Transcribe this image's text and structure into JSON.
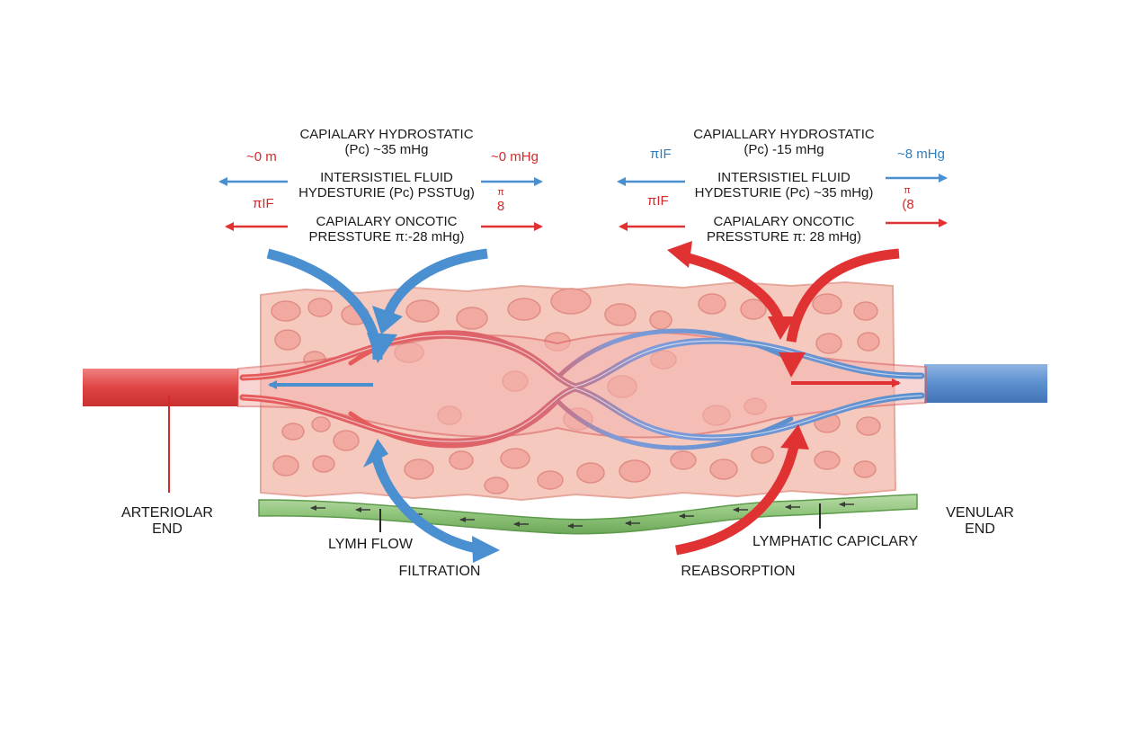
{
  "colors": {
    "artery_red": "#e04444",
    "vein_blue": "#5b8fce",
    "arrow_blue": "#4a8fd0",
    "arrow_red": "#e03232",
    "tissue_pink": "#f6c9bf",
    "cell_pink": "#f1a9a0",
    "lymph_green": "#8fc47a"
  },
  "left_forces": {
    "capillary_hydrostatic": [
      "CAPIALARY HYDROSTATIC",
      "(Pc) ~35 mHg"
    ],
    "interstitial_fluid": [
      "INTERSISTIEL FLUID",
      "HYDESTURIE (Pc) PSSTUg)"
    ],
    "capillary_oncotic": [
      "CAPIALARY ONCOTIC",
      "PRESSTURE π:-28 mHg)"
    ],
    "far_left_top": "~0 m",
    "far_left_mid": "πIF",
    "far_right_top": "~0 mHg",
    "far_right_mid_1": "π",
    "far_right_mid_2": "8"
  },
  "right_forces": {
    "capillary_hydrostatic": [
      "CAPIALLARY HYDROSTATIC",
      "(Pc) -15 mHg"
    ],
    "interstitial_fluid": [
      "INTERSISTIEL FLUID",
      "HYDESTURIE (Pc) ~35 mHg)"
    ],
    "capillary_oncotic": [
      "CAPIALARY ONCOTIC",
      "PRESSTURE π: 28 mHg)"
    ],
    "far_left_top": "πIF",
    "far_left_mid": "πIF",
    "far_right_top": "~8 mHg",
    "far_right_mid_1": "π",
    "far_right_mid_2": "(8"
  },
  "bottom_labels": {
    "arteriolar_end": [
      "ARTERIOLAR",
      "END"
    ],
    "venular_end": [
      "VENULAR",
      "END"
    ],
    "lymph_flow": "LYMH FLOW",
    "filtration": "FILTRATION",
    "lymphatic_capillary": "LYMPHATIC CAPICLARY",
    "reabsorption": "REABSORPTION"
  }
}
